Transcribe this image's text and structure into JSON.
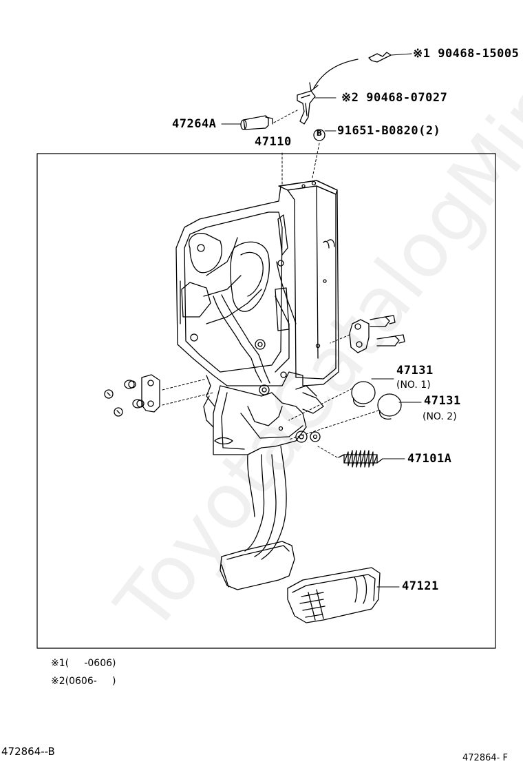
{
  "watermark": "ToyotaCatalogMine.ru",
  "callouts": {
    "p47264A": "47264A",
    "p47110": "47110",
    "p90468_15005": "※1 90468-15005",
    "p90468_07027": "※2 90468-07027",
    "p91651_B0820": "91651-B0820(2)",
    "b_symbol": "B",
    "p47131_1": "47131",
    "p47131_1_sub": "(NO. 1)",
    "p47131_2": "47131",
    "p47131_2_sub": "(NO. 2)",
    "p47101A": "47101A",
    "p47121": "47121"
  },
  "notes": {
    "n1": "※1(     -0606)",
    "n2": "※2(0606-     )"
  },
  "footer": {
    "left": "472864--B",
    "right": "472864- F"
  },
  "colors": {
    "ink": "#000000",
    "background": "#ffffff",
    "watermark": "#d8d8d8"
  }
}
